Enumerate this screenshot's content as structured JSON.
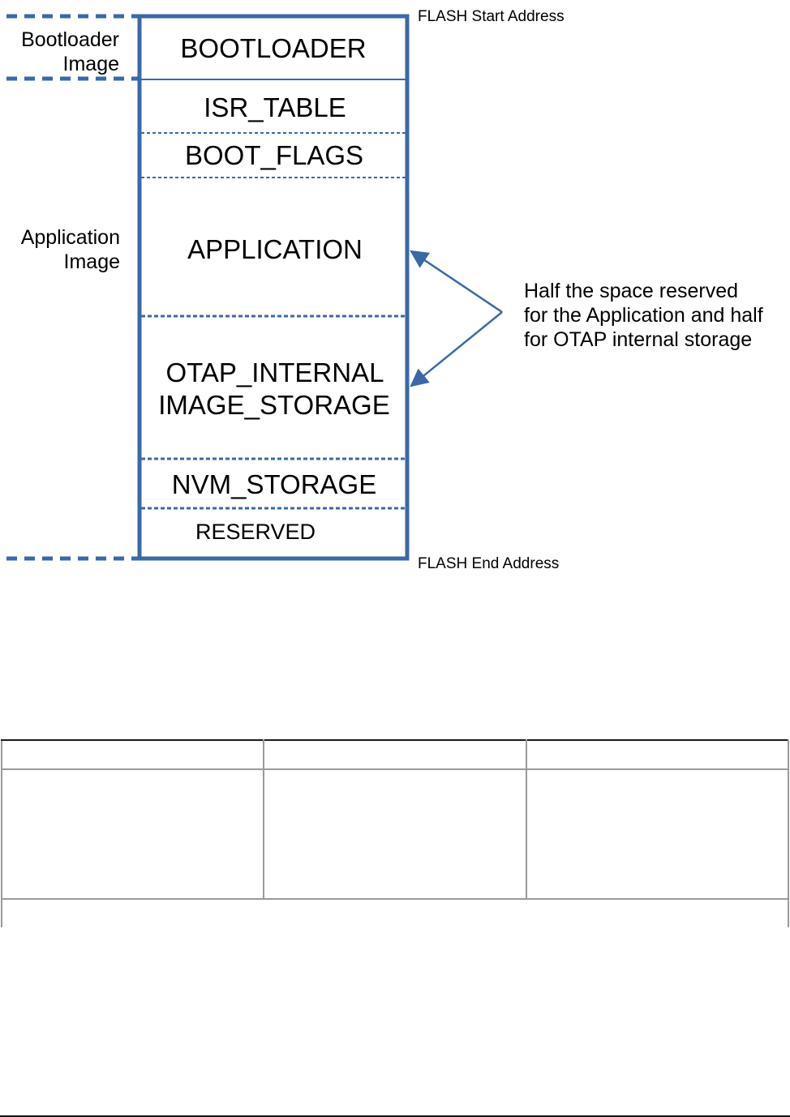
{
  "diagram": {
    "colors": {
      "stroke": "#3b68a8",
      "text": "#000000"
    },
    "flash_start_label": "FLASH Start Address",
    "flash_end_label": "FLASH End Address",
    "bootloader_image_label": [
      "Bootloader",
      "Image"
    ],
    "application_image_label": [
      "Application",
      "Image"
    ],
    "segments": {
      "bootloader": "BOOTLOADER",
      "isr_table": "ISR_TABLE",
      "boot_flags": "BOOT_FLAGS",
      "application": "APPLICATION",
      "otap_storage": [
        "OTAP_INTERNAL",
        "IMAGE_STORAGE"
      ],
      "nvm_storage": "NVM_STORAGE",
      "reserved": "RESERVED"
    },
    "annotation": [
      "Half the space reserved",
      "for the Application and half",
      "for OTAP internal storage"
    ]
  },
  "table": {
    "headers": [
      "",
      "",
      ""
    ],
    "rows": [
      [
        "",
        "",
        ""
      ]
    ]
  }
}
